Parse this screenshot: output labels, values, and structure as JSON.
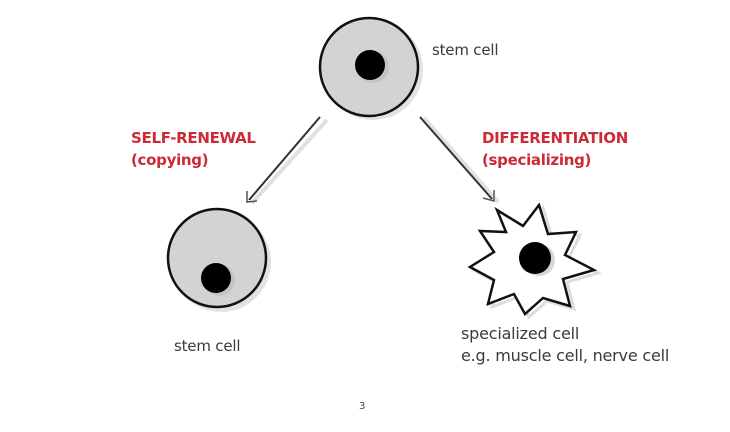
{
  "colors": {
    "accent_red": "#cc2b36",
    "cell_fill": "#d3d3d3",
    "outline": "#111111",
    "nucleus": "#000000",
    "text": "#3a3a3a"
  },
  "top_cell": {
    "label": "stem cell"
  },
  "self_renewal": {
    "title": "SELF-RENEWAL",
    "subtitle": "(copying)"
  },
  "differentiation": {
    "title": "DIFFERENTIATION",
    "subtitle": "(specializing)"
  },
  "bottom_left_cell": {
    "label": "stem cell"
  },
  "bottom_right_cell": {
    "label_line1": "specialized cell",
    "label_line2": "e.g. muscle cell, nerve cell"
  },
  "page_number": "3"
}
